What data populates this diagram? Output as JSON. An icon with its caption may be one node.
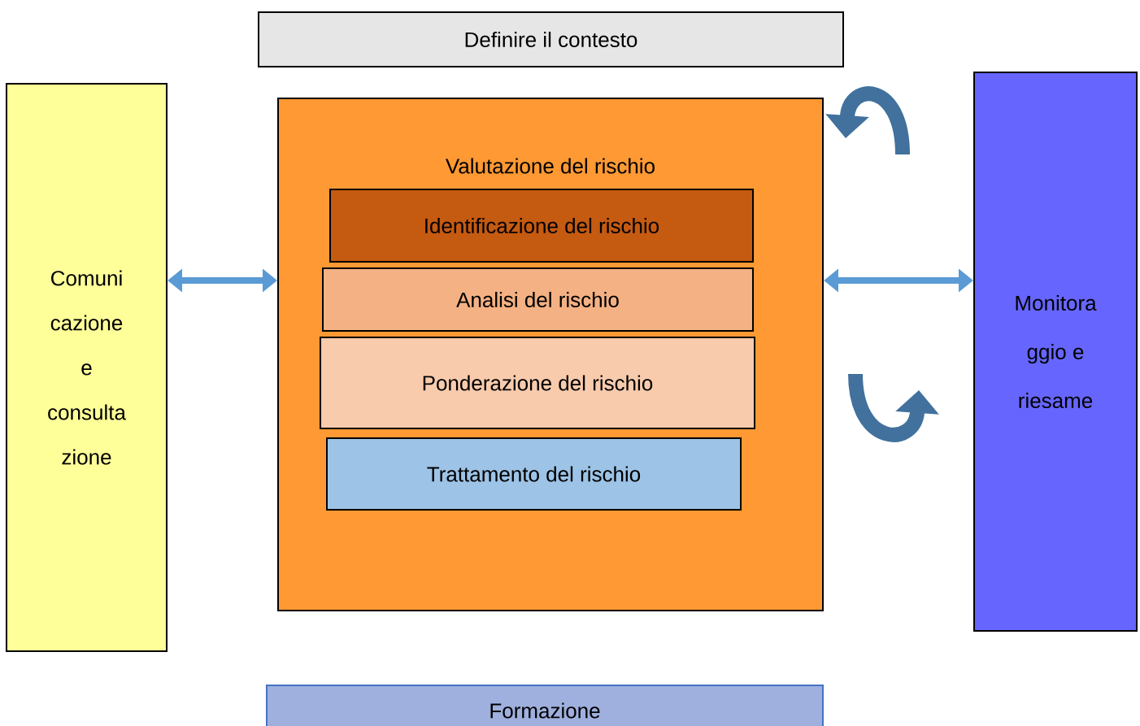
{
  "diagram": {
    "nodes": [
      {
        "text": [
          "Definire il contesto"
        ]
      },
      {
        "text": [
          "Comuni cazione e consulta zione"
        ]
      },
      {
        "text": [
          "Valutazione del rischio"
        ]
      },
      {
        "text": [
          "Identificazione del rischio"
        ],
        "in": 2
      },
      {
        "text": [
          "Analisi del rischio"
        ],
        "in": 2
      },
      {
        "text": [
          "Ponderazione del rischio"
        ],
        "in": 2
      },
      {
        "text": [
          "Trattamento del rischio"
        ],
        "in": 2
      },
      {
        "text": [
          "Monitora ggio e riesame"
        ]
      },
      {
        "text": [
          "Formazione"
        ]
      }
    ],
    "edges": [
      {
        "from": 1,
        "to": 2,
        "arrow": "both"
      },
      {
        "from": 2,
        "to": 7,
        "arrow": "both"
      }
    ]
  }
}
